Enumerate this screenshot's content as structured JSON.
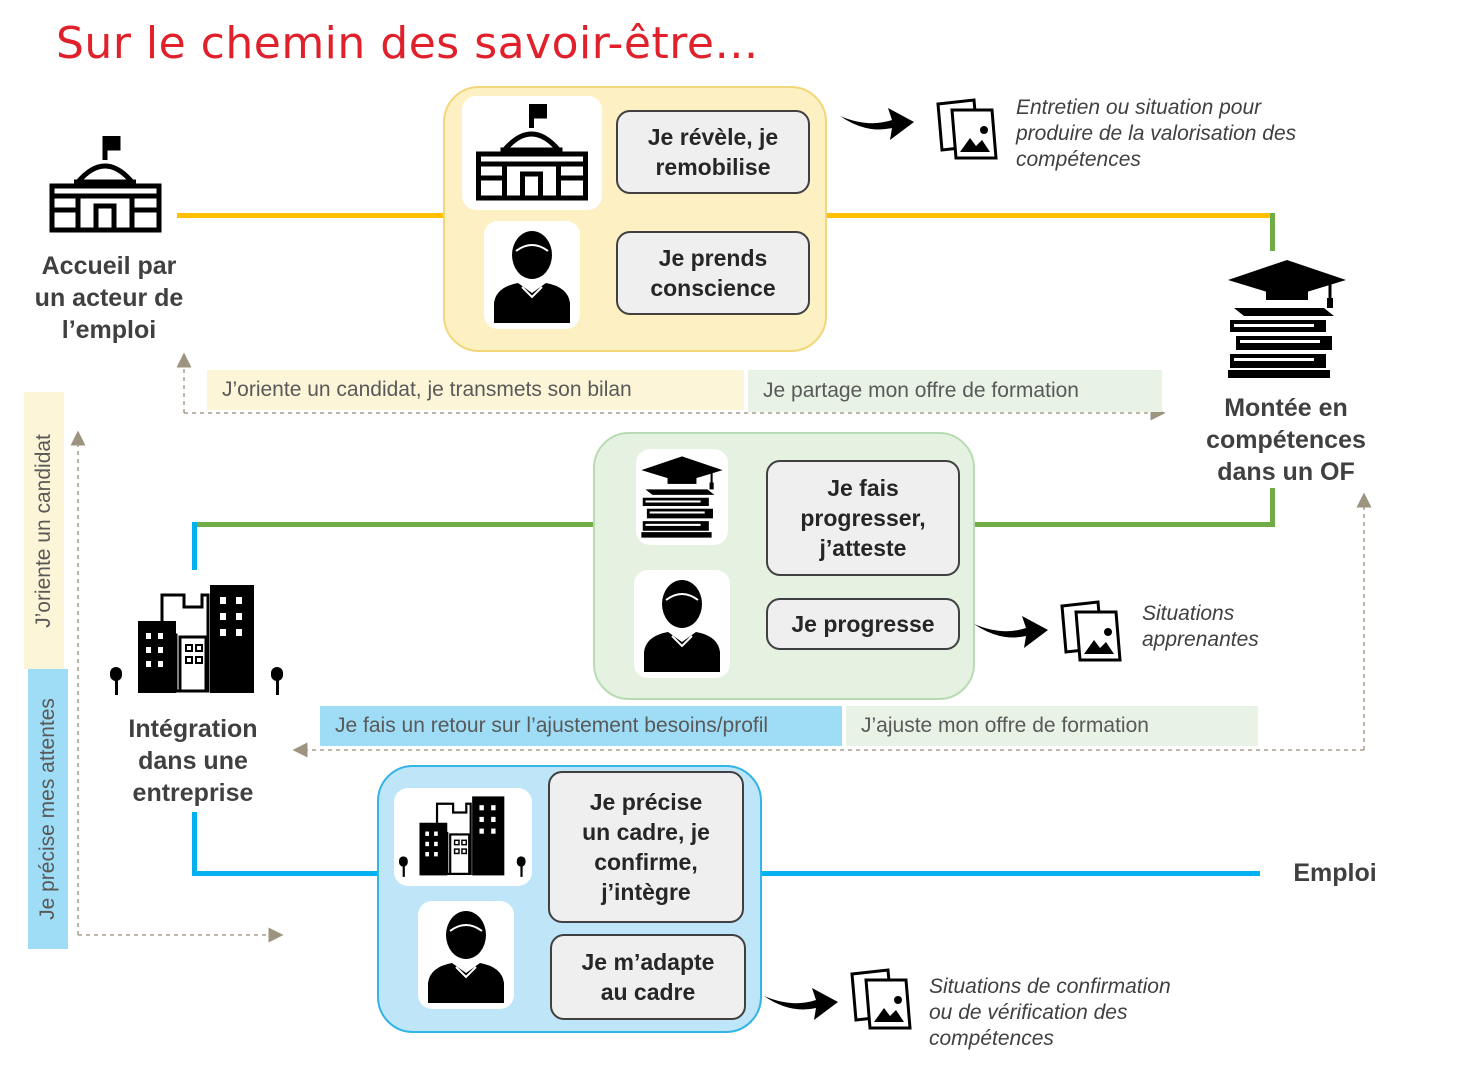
{
  "title": "Sur le chemin des savoir-être…",
  "colors": {
    "title": "#e0202a",
    "yellow_path": "#ffc000",
    "green_path": "#70ad47",
    "blue_path": "#00b0f0"
  },
  "nodes": {
    "accueil": "Accueil par\nun acteur de\nl’emploi",
    "montee": "Montée en\ncompétences\ndans un OF",
    "integration": "Intégration\ndans une\nentreprise",
    "emploi": "Emploi"
  },
  "steps": {
    "revele": "Je révèle, je\nremobilise",
    "prends": "Je prends\nconscience",
    "fais_progresser": "Je fais\nprogresser,\nj’atteste",
    "progresse": "Je progresse",
    "precise_cadre": "Je précise\nun cadre, je\nconfirme,\nj’intègre",
    "adapte": "Je m’adapte\nau cadre"
  },
  "strips": {
    "oriente_bilan": "J’oriente un candidat, je transmets son bilan",
    "partage_offre": "Je partage mon offre de formation",
    "retour_ajustement": "Je fais un retour sur l’ajustement besoins/profil",
    "ajuste_offre": "J’ajuste mon offre de formation",
    "oriente_candidat": "J’oriente un candidat",
    "precise_attentes": "Je précise mes attentes"
  },
  "notes": {
    "entretien": "Entretien ou situation pour\nproduire de la valorisation des\ncompétences",
    "apprenantes": "Situations\napprenantes",
    "confirmation": "Situations de confirmation\nou de vérification des\ncompétences"
  },
  "icons": [
    "building-icon",
    "person-icon",
    "graduation-books-icon",
    "city-icon",
    "document-image-icon",
    "curved-arrow-icon"
  ]
}
